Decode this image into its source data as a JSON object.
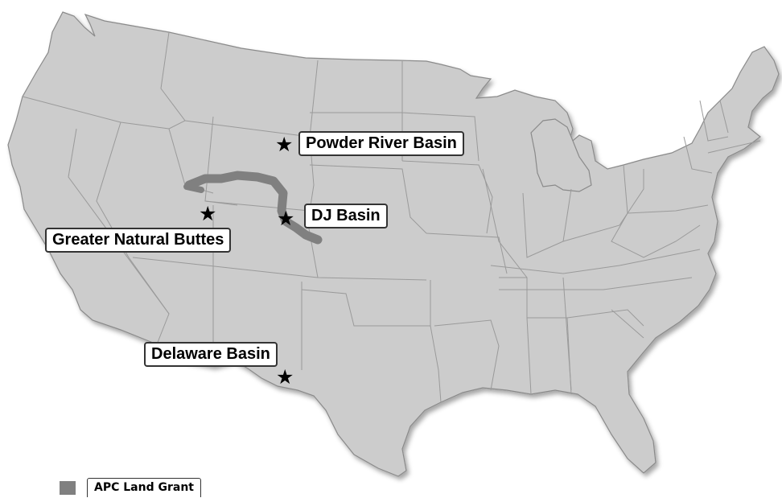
{
  "map": {
    "land_color": "#cccccc",
    "border_color": "#9a9a9a",
    "grant_color": "#808080"
  },
  "markers": [
    {
      "name": "Powder River Basin",
      "icon": "star-icon"
    },
    {
      "name": "DJ Basin",
      "icon": "star-icon"
    },
    {
      "name": "Greater Natural Buttes",
      "icon": "star-icon"
    },
    {
      "name": "Delaware Basin",
      "icon": "star-icon"
    }
  ],
  "legend": {
    "label": "APC Land Grant"
  }
}
